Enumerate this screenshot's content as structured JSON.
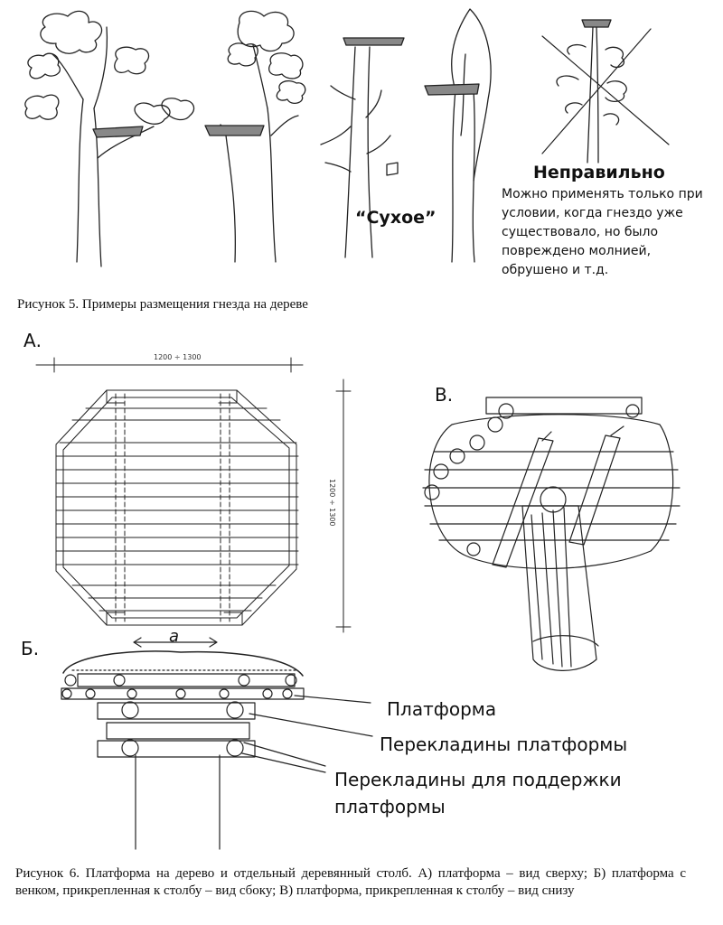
{
  "figure5": {
    "dry_label": "“Сухое”",
    "wrong_title": "Неправильно",
    "wrong_note": "Можно применять только при условии, когда гнездо уже существовало, но было повреждено молнией, обрушено и т.д.",
    "caption": "Рисунок 5. Примеры размещения гнезда на дереве"
  },
  "figure6": {
    "view_a_label": "А.",
    "view_b_label": "Б.",
    "view_v_label": "В.",
    "dimension_width": "1200 ÷ 1300",
    "dimension_height": "1200 ÷ 1300",
    "dimension_a": "a",
    "callout_platform": "Платформа",
    "callout_platform_beams": "Перекладины платформы",
    "callout_support_beams": "Перекладины для поддержки платформы",
    "caption": "Рисунок 6. Платформа на дерево и отдельный деревянный столб. А) платформа – вид сверху; Б) платформа с венком, прикрепленная к столбу – вид сбоку; В) платформа, прикрепленная к столбу – вид снизу"
  }
}
